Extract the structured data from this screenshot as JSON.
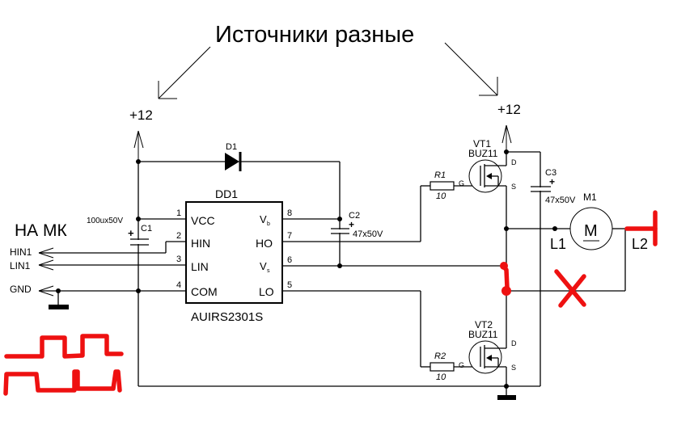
{
  "title": "Источники разные",
  "power": {
    "left_label": "+12",
    "right_label": "+12"
  },
  "mcu": {
    "label": "НА МК",
    "signals": [
      "HIN1",
      "LIN1",
      "GND"
    ]
  },
  "c1": {
    "ref": "C1",
    "value": "100ux50V",
    "polarity": "+"
  },
  "d1": {
    "ref": "D1"
  },
  "dd1": {
    "ref": "DD1",
    "part": "AUIRS2301S",
    "pins_left": [
      {
        "num": "1",
        "name": "VCC"
      },
      {
        "num": "2",
        "name": "HIN"
      },
      {
        "num": "3",
        "name": "LIN"
      },
      {
        "num": "4",
        "name": "COM"
      }
    ],
    "pins_right": [
      {
        "num": "8",
        "name": "V",
        "sub": "b"
      },
      {
        "num": "7",
        "name": "HO",
        "sub": ""
      },
      {
        "num": "6",
        "name": "V",
        "sub": "s"
      },
      {
        "num": "5",
        "name": "LO",
        "sub": ""
      }
    ]
  },
  "c2": {
    "ref": "C2",
    "value": "47x50V",
    "polarity": "+"
  },
  "c3": {
    "ref": "C3",
    "value": "47x50V",
    "polarity": "+"
  },
  "r1": {
    "ref": "R1",
    "value": "10"
  },
  "r2": {
    "ref": "R2",
    "value": "10"
  },
  "vt1": {
    "ref": "VT1",
    "part": "BUZ11",
    "g": "G",
    "d": "D",
    "s": "S"
  },
  "vt2": {
    "ref": "VT2",
    "part": "BUZ11",
    "g": "G",
    "d": "D",
    "s": "S"
  },
  "m1": {
    "ref": "M1",
    "symbol": "M",
    "l1": "L1",
    "l2": "L2"
  },
  "annotation_color": "#ee1111"
}
